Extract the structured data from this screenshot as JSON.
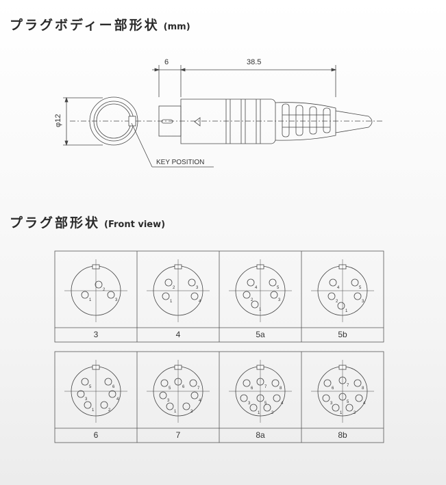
{
  "titles": {
    "body_shape": "プラグボディー部形状",
    "body_unit": "(mm)",
    "front_shape": "プラグ部形状",
    "front_unit": "(Front view)"
  },
  "dimensions": {
    "short": "6",
    "long": "38.5",
    "diameter": "φ12",
    "key_label": "KEY   POSITION"
  },
  "connectors_row1": [
    {
      "label": "3",
      "pins": [
        {
          "n": "1"
        },
        {
          "n": "2"
        },
        {
          "n": "3"
        }
      ]
    },
    {
      "label": "4",
      "pins": [
        {
          "n": "1"
        },
        {
          "n": "2"
        },
        {
          "n": "3"
        },
        {
          "n": "4"
        }
      ]
    },
    {
      "label": "5a",
      "pins": [
        {
          "n": "1"
        },
        {
          "n": "2"
        },
        {
          "n": "3"
        },
        {
          "n": "4"
        },
        {
          "n": "5"
        }
      ]
    },
    {
      "label": "5b",
      "pins": [
        {
          "n": "1"
        },
        {
          "n": "2"
        },
        {
          "n": "3"
        },
        {
          "n": "4"
        },
        {
          "n": "5"
        }
      ]
    }
  ],
  "connectors_row2": [
    {
      "label": "6",
      "pins": [
        {
          "n": "1"
        },
        {
          "n": "2"
        },
        {
          "n": "3"
        },
        {
          "n": "4"
        },
        {
          "n": "5"
        },
        {
          "n": "6"
        }
      ]
    },
    {
      "label": "7",
      "pins": [
        {
          "n": "1"
        },
        {
          "n": "2"
        },
        {
          "n": "3"
        },
        {
          "n": "4"
        },
        {
          "n": "5"
        },
        {
          "n": "6"
        },
        {
          "n": "7"
        }
      ]
    },
    {
      "label": "8a",
      "pins": [
        {
          "n": "1"
        },
        {
          "n": "2"
        },
        {
          "n": "3"
        },
        {
          "n": "4"
        },
        {
          "n": "5"
        },
        {
          "n": "6"
        },
        {
          "n": "7"
        },
        {
          "n": "8"
        }
      ]
    },
    {
      "label": "8b",
      "pins": [
        {
          "n": "1"
        },
        {
          "n": "2"
        },
        {
          "n": "3"
        },
        {
          "n": "4"
        },
        {
          "n": "5"
        },
        {
          "n": "6"
        },
        {
          "n": "7"
        },
        {
          "n": "8"
        }
      ]
    }
  ]
}
